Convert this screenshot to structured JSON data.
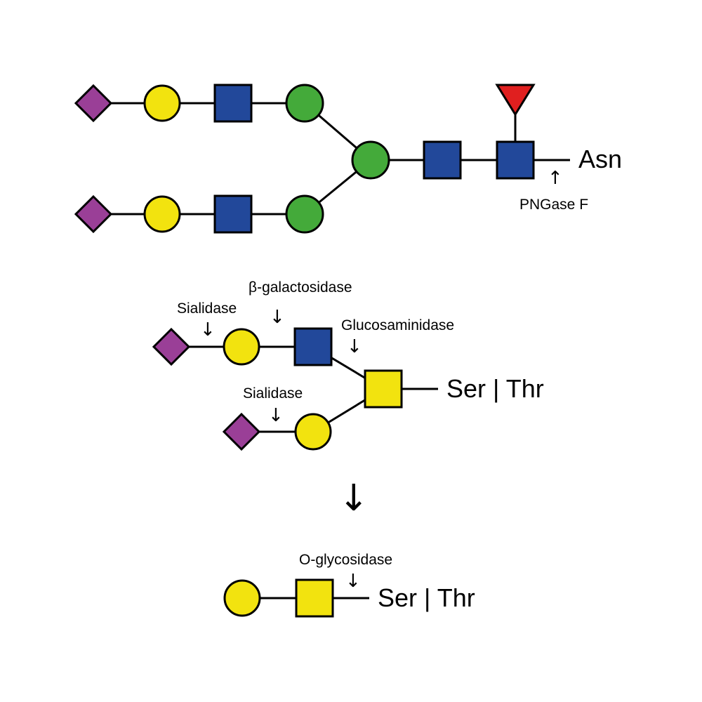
{
  "colors": {
    "sialic_acid": "#9a3f97",
    "galactose": "#f2e30f",
    "glcnac": "#22489a",
    "mannose": "#44aa3a",
    "fucose": "#e01f1f",
    "galnac": "#f2e30f"
  },
  "icons": {
    "diamond": "sialic-acid-icon",
    "circle_yellow": "galactose-icon",
    "square_blue": "n-acetylglucosamine-icon",
    "circle_green": "mannose-icon",
    "triangle_red": "fucose-icon",
    "square_yellow": "n-acetylgalactosamine-icon"
  },
  "n_glycan": {
    "attachment": "Asn",
    "enzyme": "PNGase F"
  },
  "o_glycan": {
    "attachment": "Ser | Thr",
    "enzymes": {
      "sialidase_upper": "Sialidase",
      "beta_galactosidase": "β-galactosidase",
      "glucosaminidase": "Glucosaminidase",
      "sialidase_lower": "Sialidase"
    }
  },
  "core_glycan": {
    "attachment": "Ser | Thr",
    "enzyme": "O-glycosidase"
  },
  "arrows": {
    "down_small": "↓",
    "up_small": "↑",
    "down_large": "↓"
  }
}
